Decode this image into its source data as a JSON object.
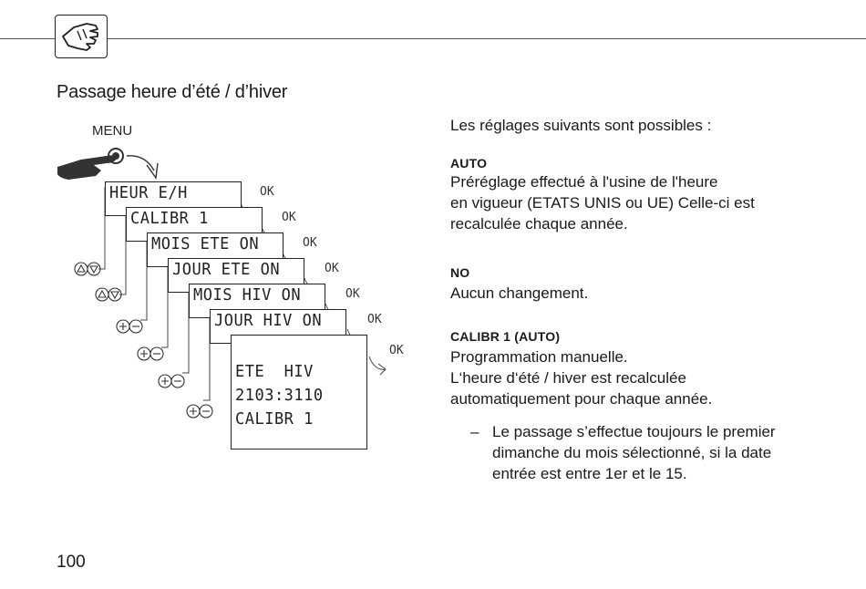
{
  "header": {
    "icon": "hand-settings-icon"
  },
  "section_title": "Passage heure d’été / d’hiver",
  "diagram": {
    "menu_label": "MENU",
    "screens": [
      "HEUR E/H",
      "CALIBR 1",
      "MOIS ETE ON",
      "JOUR ETE ON",
      "MOIS HIV ON",
      "JOUR HIV ON"
    ],
    "final_screen": [
      "ETE  HIV",
      "2103:3110",
      "CALIBR 1"
    ],
    "ok_label": "OK"
  },
  "content": {
    "intro": "Les réglages suivants sont possibles :",
    "options": [
      {
        "title": "AUTO",
        "lines": [
          "Préréglage effectué à l'usine de l'heure",
          "en vigueur (ETATS UNIS ou UE) Celle-ci est",
          "recalculée chaque année."
        ]
      },
      {
        "title": "NO",
        "lines": [
          "Aucun changement."
        ]
      },
      {
        "title": "CALIBR 1 (AUTO)",
        "lines": [
          "Programmation manuelle.",
          "L‘heure d‘été / hiver est recalculée",
          "automatiquement pour chaque année."
        ]
      }
    ],
    "bullet": {
      "dash": "–",
      "lines": [
        "Le passage s’effectue toujours le premier",
        "dimanche du mois sélectionné, si la date",
        "entrée est entre 1er et le 15."
      ]
    }
  },
  "page_number": "100"
}
